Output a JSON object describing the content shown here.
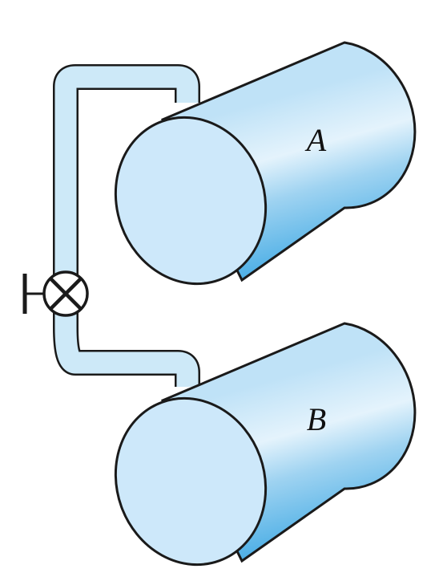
{
  "diagram": {
    "tanks": [
      {
        "id": "A",
        "label": "A"
      },
      {
        "id": "B",
        "label": "B"
      }
    ],
    "components": {
      "pipe": "connecting-pipe",
      "valve": "valve"
    },
    "colors": {
      "tank_fill_light": "#d3ebfa",
      "tank_fill_mid": "#a9d8f3",
      "tank_fill_dark": "#43ade6",
      "pipe_fill": "#cde9f8",
      "stroke": "#1a1a1a",
      "background": "#ffffff"
    }
  }
}
